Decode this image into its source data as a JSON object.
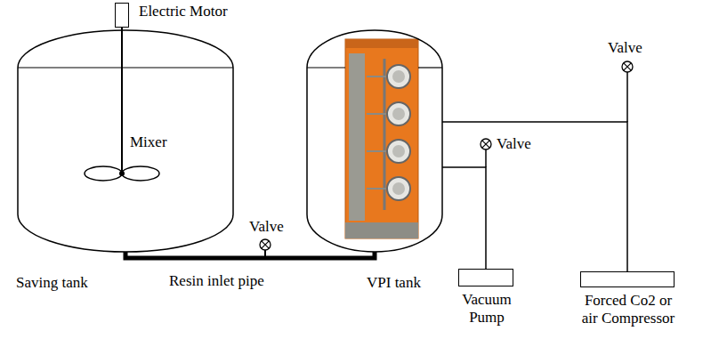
{
  "diagram": {
    "nodes": [
      {
        "text": [
          "Electric Motor"
        ]
      },
      {
        "text": [
          "Saving tank"
        ]
      },
      {
        "text": [
          "VPI tank"
        ]
      },
      {
        "text": [
          "Vacuum Pump"
        ]
      },
      {
        "text": [
          "Forced Co2 or air Compressor"
        ]
      }
    ],
    "edges": [
      {
        "from": 1,
        "to": 2,
        "arrow": "none"
      },
      {
        "from": 2,
        "to": 3,
        "arrow": "none"
      },
      {
        "from": 2,
        "to": 4,
        "arrow": "none"
      }
    ],
    "labels": [
      "Mixer",
      "Valve",
      "Valve",
      "Valve",
      "Resin inlet pipe"
    ]
  }
}
